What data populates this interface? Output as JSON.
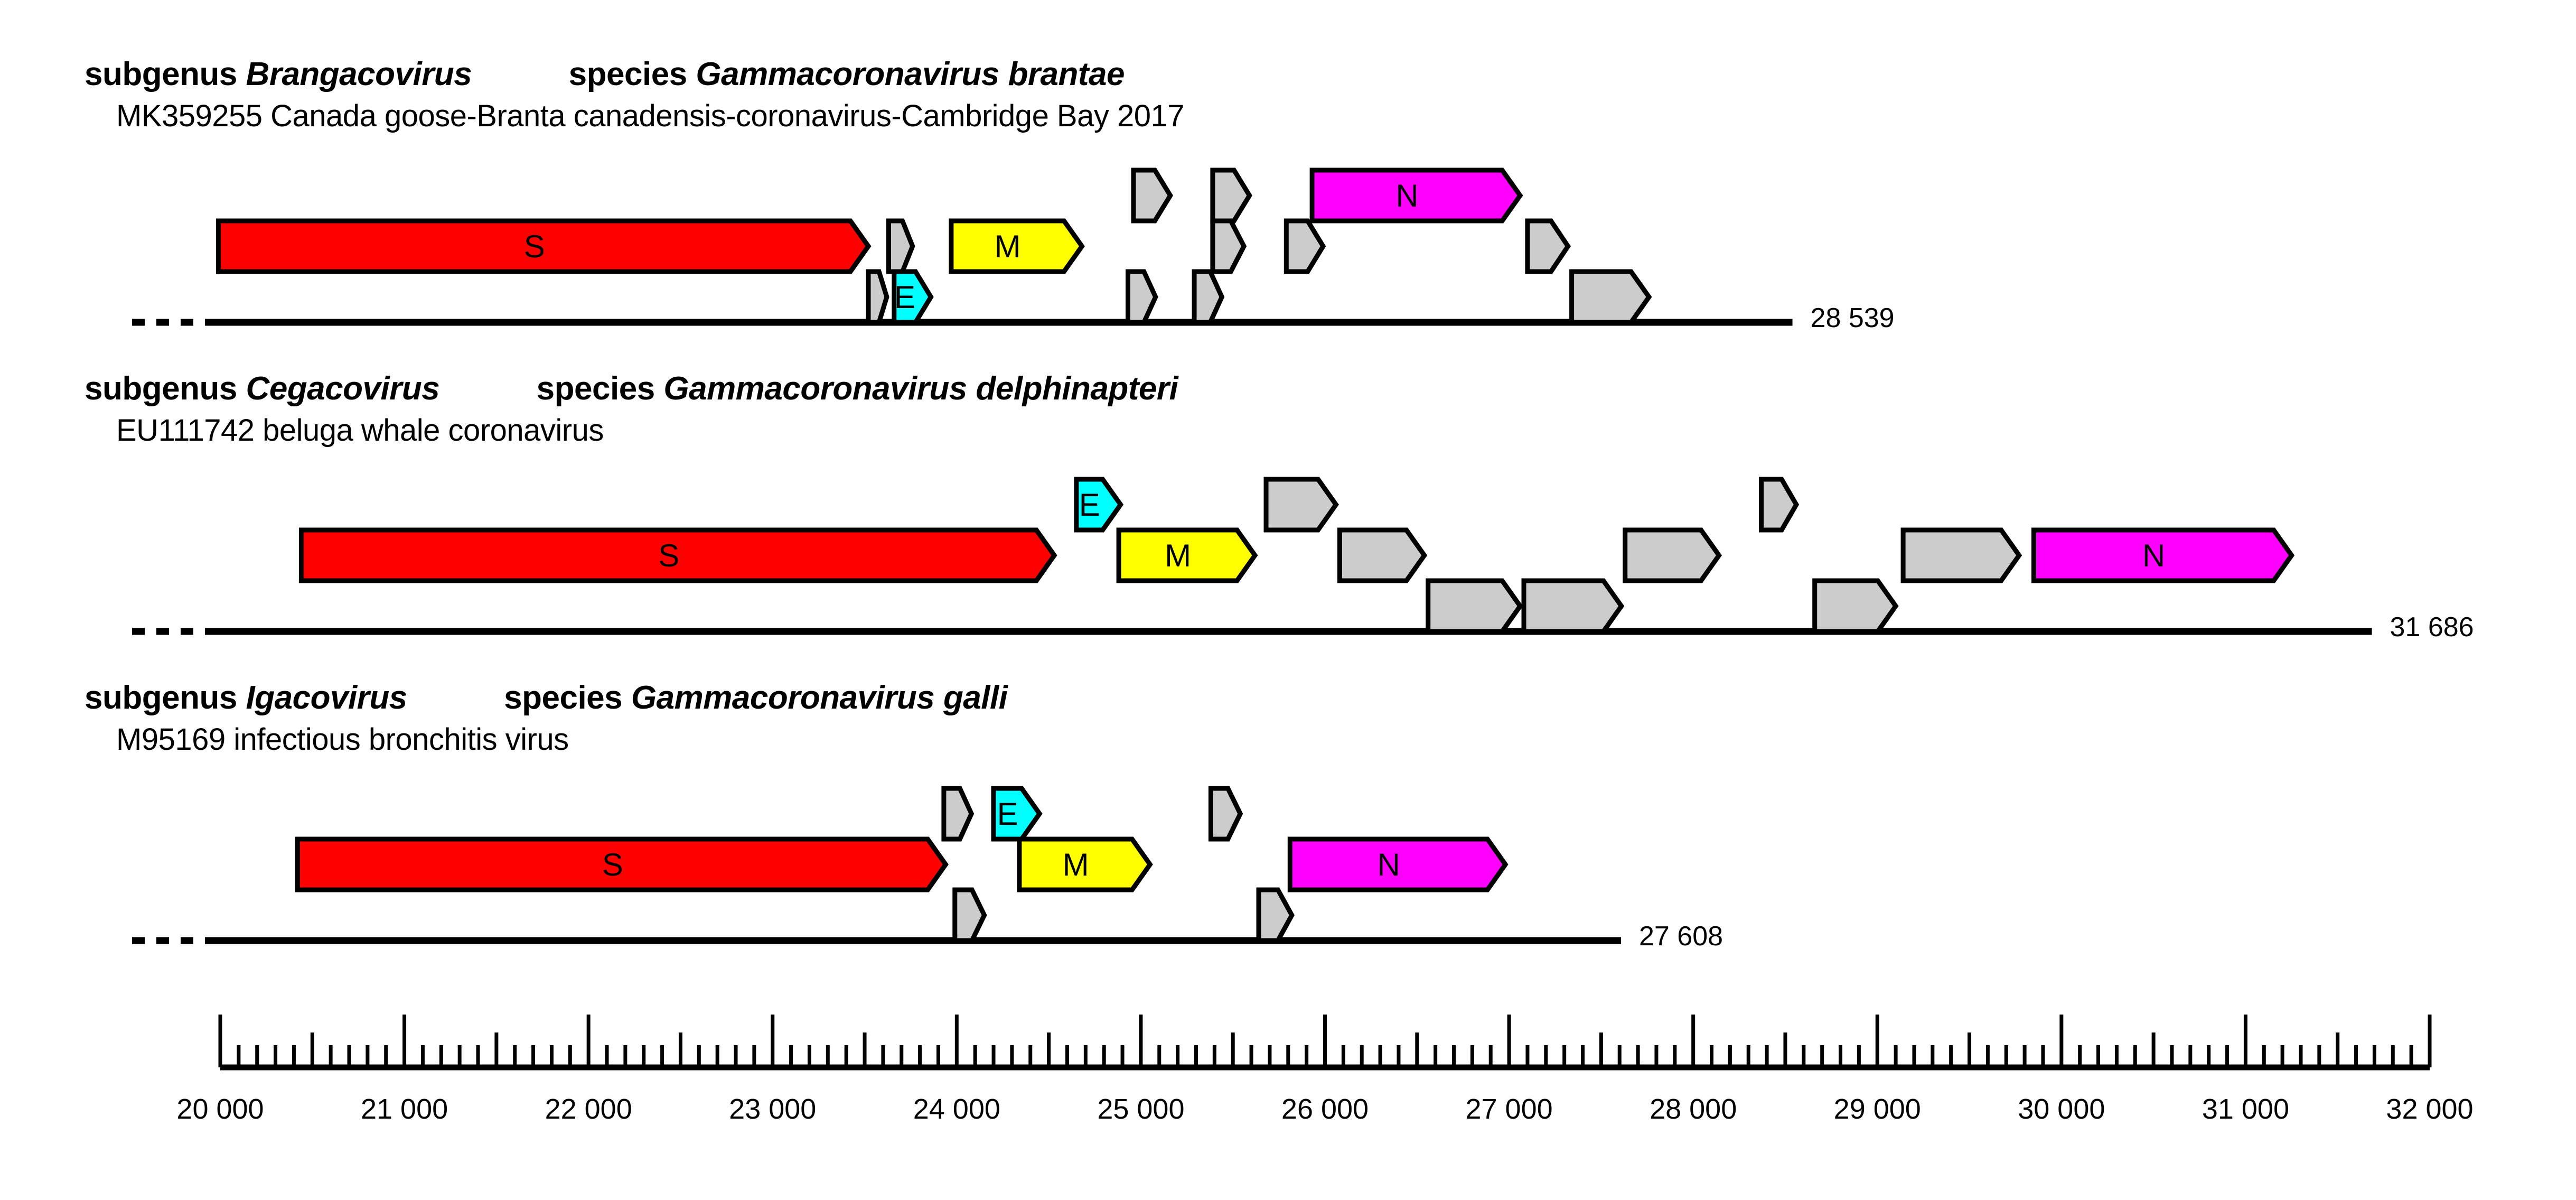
{
  "figure": {
    "type": "genome-organization-diagram",
    "axis": {
      "min": 20000,
      "max": 32000,
      "tick_labels": [
        "20 000",
        "21 000",
        "22 000",
        "23 000",
        "24 000",
        "25 000",
        "26 000",
        "27 000",
        "28 000",
        "29 000",
        "30 000",
        "31 000",
        "32 000"
      ],
      "tick_values": [
        20000,
        21000,
        22000,
        23000,
        24000,
        25000,
        26000,
        27000,
        28000,
        29000,
        30000,
        31000,
        32000
      ],
      "major_interval": 1000,
      "medium_interval": 500,
      "minor_interval": 100
    },
    "colors": {
      "S": "#FF0000",
      "E": "#00FFFF",
      "M": "#FFFF00",
      "N": "#FF00FF",
      "orf": "#CCCCCC",
      "outline": "#000000"
    },
    "tracks": [
      {
        "id": "track-brangacovirus",
        "subgenus_prefix": "subgenus",
        "subgenus": "Brangacovirus",
        "species_prefix": "species",
        "species": "Gammacoronavirus brantae",
        "accession_line": "MK359255 Canada goose-Branta canadensis-coronavirus-Cambridge Bay 2017",
        "genome_end_label": "28 539",
        "genome_end": 28539,
        "genome_start_visible": 19950,
        "genes": [
          {
            "label": "S",
            "start": 19990,
            "end": 23520,
            "row": 1,
            "color": "S"
          },
          {
            "label": "",
            "start": 23520,
            "end": 23620,
            "row": 0,
            "color": "orf"
          },
          {
            "label": "",
            "start": 23630,
            "end": 23760,
            "row": 1,
            "color": "orf"
          },
          {
            "label": "E",
            "start": 23660,
            "end": 23860,
            "row": 0,
            "color": "E"
          },
          {
            "label": "M",
            "start": 23970,
            "end": 24680,
            "row": 1,
            "color": "M"
          },
          {
            "label": "",
            "start": 24960,
            "end": 25160,
            "row": 2,
            "color": "orf"
          },
          {
            "label": "",
            "start": 24930,
            "end": 25080,
            "row": 0,
            "color": "orf"
          },
          {
            "label": "",
            "start": 25390,
            "end": 25590,
            "row": 2,
            "color": "orf"
          },
          {
            "label": "",
            "start": 25390,
            "end": 25560,
            "row": 1,
            "color": "orf"
          },
          {
            "label": "",
            "start": 25290,
            "end": 25440,
            "row": 0,
            "color": "orf"
          },
          {
            "label": "",
            "start": 25790,
            "end": 25990,
            "row": 1,
            "color": "orf"
          },
          {
            "label": "N",
            "start": 25930,
            "end": 27060,
            "row": 2,
            "color": "N"
          },
          {
            "label": "",
            "start": 27100,
            "end": 27320,
            "row": 1,
            "color": "orf"
          },
          {
            "label": "",
            "start": 27340,
            "end": 27760,
            "row": 0,
            "color": "orf"
          }
        ]
      },
      {
        "id": "track-cegacovirus",
        "subgenus_prefix": "subgenus",
        "subgenus": "Cegacovirus",
        "species_prefix": "species",
        "species": "Gammacoronavirus delphinapteri",
        "accession_line": "EU111742 beluga whale coronavirus",
        "genome_end_label": "31 686",
        "genome_end": 31686,
        "genome_start_visible": 19950,
        "genes": [
          {
            "label": "S",
            "start": 20440,
            "end": 24530,
            "row": 1,
            "color": "S"
          },
          {
            "label": "E",
            "start": 24650,
            "end": 24890,
            "row": 2,
            "color": "E"
          },
          {
            "label": "M",
            "start": 24880,
            "end": 25620,
            "row": 1,
            "color": "M"
          },
          {
            "label": "",
            "start": 25680,
            "end": 26060,
            "row": 2,
            "color": "orf"
          },
          {
            "label": "",
            "start": 26080,
            "end": 26540,
            "row": 1,
            "color": "orf"
          },
          {
            "label": "",
            "start": 26560,
            "end": 27060,
            "row": 0,
            "color": "orf"
          },
          {
            "label": "",
            "start": 27080,
            "end": 27610,
            "row": 0,
            "color": "orf"
          },
          {
            "label": "",
            "start": 27630,
            "end": 28140,
            "row": 1,
            "color": "orf"
          },
          {
            "label": "",
            "start": 28370,
            "end": 28560,
            "row": 2,
            "color": "orf"
          },
          {
            "label": "",
            "start": 28660,
            "end": 29100,
            "row": 0,
            "color": "orf"
          },
          {
            "label": "",
            "start": 29140,
            "end": 29770,
            "row": 1,
            "color": "orf"
          },
          {
            "label": "N",
            "start": 29850,
            "end": 31250,
            "row": 1,
            "color": "N"
          }
        ]
      },
      {
        "id": "track-igacovirus",
        "subgenus_prefix": "subgenus",
        "subgenus": "Igacovirus",
        "species_prefix": "species",
        "species": "Gammacoronavirus galli",
        "accession_line": "M95169 infectious bronchitis virus",
        "genome_end_label": "27 608",
        "genome_end": 27608,
        "genome_start_visible": 19950,
        "genes": [
          {
            "label": "S",
            "start": 20420,
            "end": 23940,
            "row": 1,
            "color": "S"
          },
          {
            "label": "",
            "start": 23930,
            "end": 24080,
            "row": 2,
            "color": "orf"
          },
          {
            "label": "",
            "start": 23990,
            "end": 24150,
            "row": 0,
            "color": "orf"
          },
          {
            "label": "E",
            "start": 24200,
            "end": 24450,
            "row": 2,
            "color": "E"
          },
          {
            "label": "M",
            "start": 24340,
            "end": 25050,
            "row": 1,
            "color": "M"
          },
          {
            "label": "",
            "start": 25380,
            "end": 25540,
            "row": 2,
            "color": "orf"
          },
          {
            "label": "",
            "start": 25640,
            "end": 25820,
            "row": 0,
            "color": "orf"
          },
          {
            "label": "N",
            "start": 25810,
            "end": 26980,
            "row": 1,
            "color": "N"
          }
        ]
      }
    ]
  }
}
